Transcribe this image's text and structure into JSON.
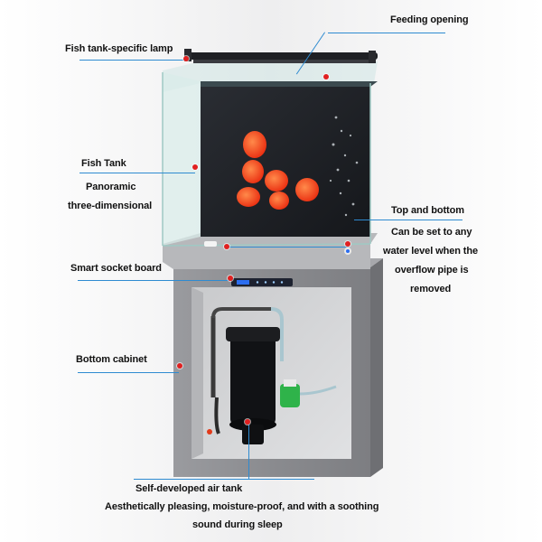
{
  "labels": {
    "feeding_opening": "Feeding opening",
    "lamp": "Fish tank-specific lamp",
    "fish_tank": "Fish Tank",
    "panoramic": "Panoramic",
    "three_dimensional": "three-dimensional",
    "top_bottom": "Top and bottom",
    "water_level_1": "Can be set to any",
    "water_level_2": "water level when the",
    "water_level_3": "overflow pipe is",
    "water_level_4": "removed",
    "socket_board": "Smart socket board",
    "bottom_cabinet": "Bottom cabinet",
    "air_tank": "Self-developed air tank",
    "air_tank_desc_1": "Aesthetically pleasing, moisture-proof, and with a soothing",
    "air_tank_desc_2": "sound during sleep"
  },
  "colors": {
    "background": "#f2f2f2",
    "cabinet": "#8e8f93",
    "cabinet_inner": "#d3d4d6",
    "tank_water": "#1b1d22",
    "fish": "#ff3b12",
    "leader_line": "#2e8bd1",
    "marker_dot": "#e02020"
  }
}
